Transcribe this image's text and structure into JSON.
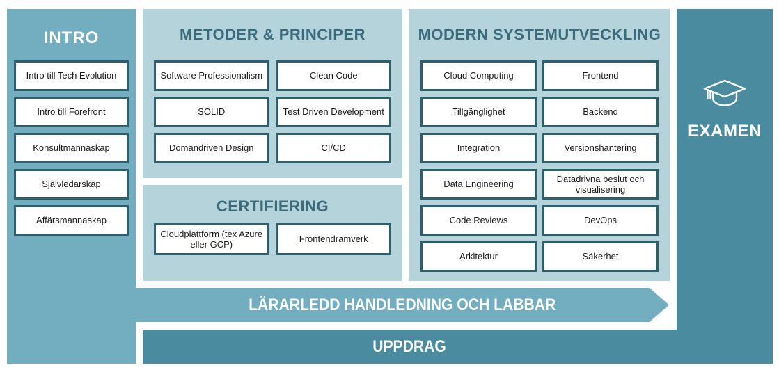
{
  "colors": {
    "medium_teal": "#72adc0",
    "light_panel": "#b5d3db",
    "dark_teal": "#4a8b9f",
    "box_border": "#2e5f6d",
    "header_text": "#3c6b7c",
    "box_text": "#1a1a1a"
  },
  "intro": {
    "title": "INTRO",
    "items": [
      "Intro till Tech Evolution",
      "Intro till Forefront",
      "Konsultmannaskap",
      "Självledarskap",
      "Affärsmannaskap"
    ]
  },
  "metoder": {
    "title": "METODER & PRINCIPER",
    "items": [
      "Software Professionalism",
      "Clean Code",
      "SOLID",
      "Test Driven Development",
      "Domändriven Design",
      "CI/CD"
    ]
  },
  "certifiering": {
    "title": "CERTIFIERING",
    "items": [
      "Cloudplattform (tex Azure eller GCP)",
      "Frontendramverk"
    ]
  },
  "modern": {
    "title": "MODERN SYSTEMUTVECKLING",
    "items": [
      "Cloud Computing",
      "Frontend",
      "Tillgänglighet",
      "Backend",
      "Integration",
      "Versionshantering",
      "Data Engineering",
      "Datadrivna beslut och visualisering",
      "Code Reviews",
      "DevOps",
      "Arkitektur",
      "Säkerhet"
    ]
  },
  "examen": {
    "title": "EXAMEN",
    "icon": "graduation-cap-icon"
  },
  "arrow_banner": {
    "label": "LÄRARLEDD HANDLEDNING OCH LABBAR"
  },
  "uppdrag": {
    "label": "UPPDRAG"
  }
}
